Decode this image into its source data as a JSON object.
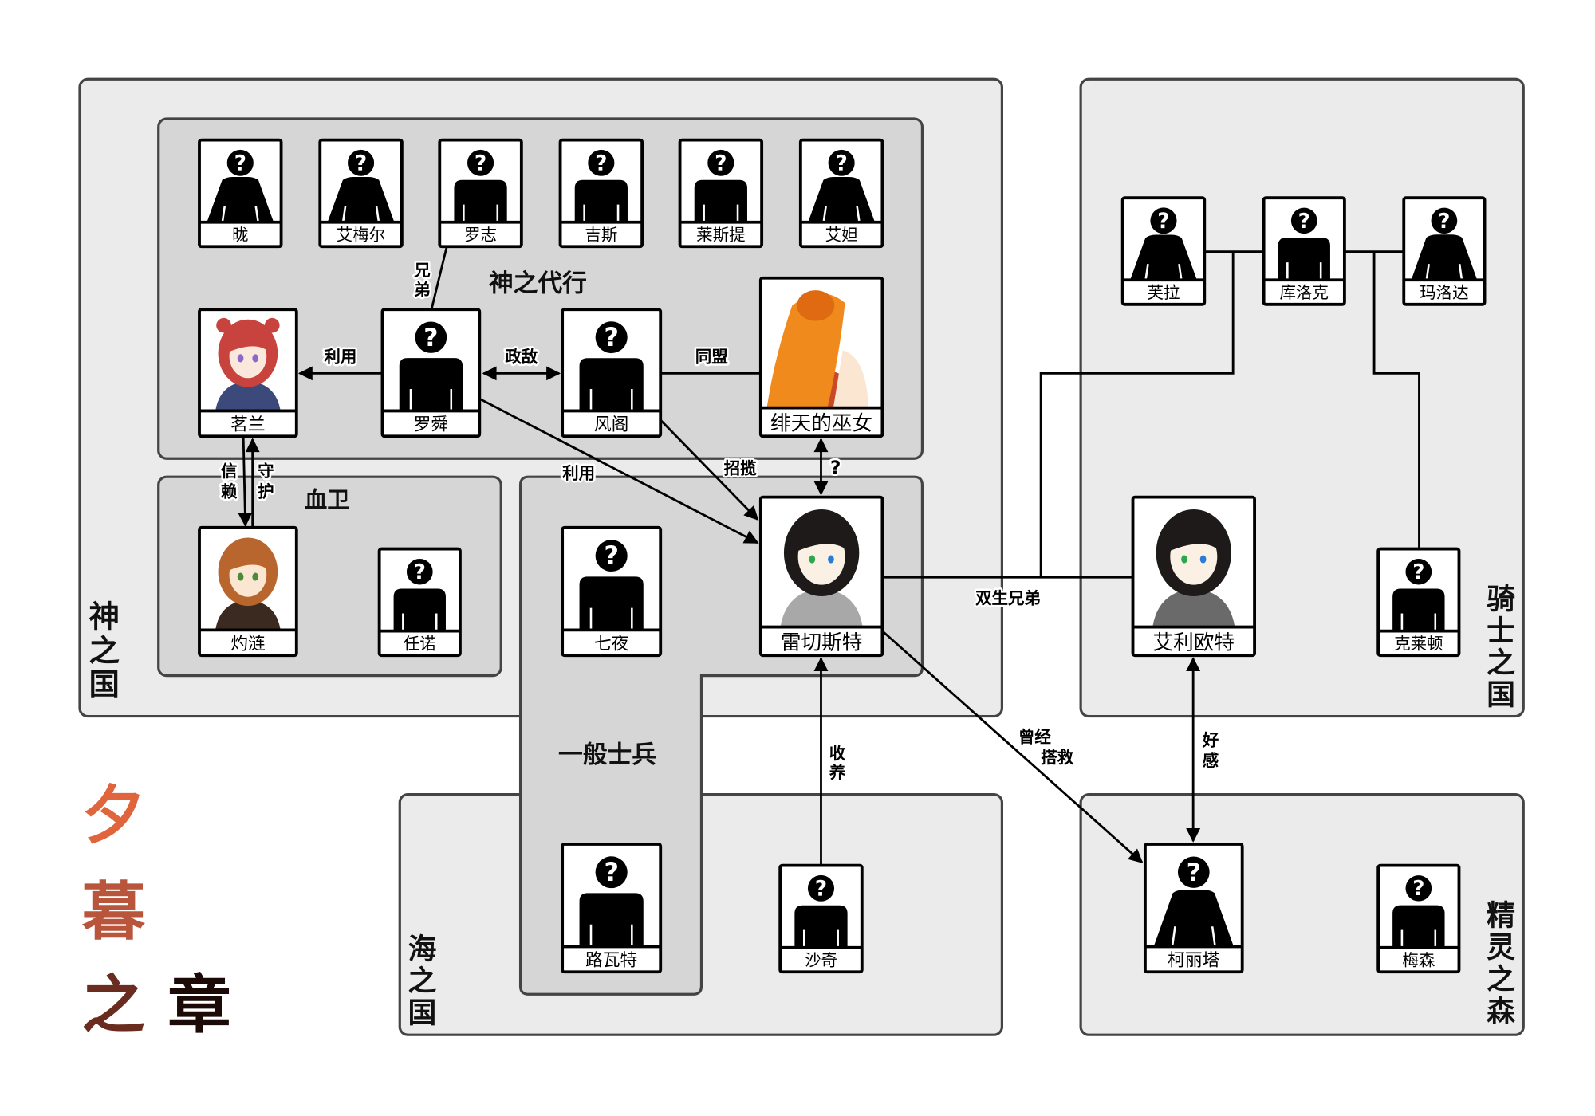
{
  "title": {
    "chars": [
      "夕",
      "暮",
      "之",
      "章"
    ],
    "colors": [
      "#e0643c",
      "#c05a3a",
      "#7a3424",
      "#2a0e08"
    ]
  },
  "colors": {
    "region_fill": "#ebebeb",
    "group_fill": "#d6d6d6",
    "border": "#444444",
    "background": "#ffffff"
  },
  "regions": [
    {
      "id": "god-nation",
      "label": "神之国"
    },
    {
      "id": "knight-nation",
      "label": "骑士之国"
    },
    {
      "id": "sea-nation",
      "label": "海之国"
    },
    {
      "id": "elf-forest",
      "label": "精灵之森"
    }
  ],
  "groups": [
    {
      "id": "god-agents",
      "label": "神之代行"
    },
    {
      "id": "blood-guard",
      "label": "血卫"
    },
    {
      "id": "soldiers",
      "label": "一般士兵"
    }
  ],
  "characters": [
    {
      "id": "long",
      "name": "昽",
      "portrait": "unknown-female"
    },
    {
      "id": "aimeier",
      "name": "艾梅尔",
      "portrait": "unknown-female"
    },
    {
      "id": "luozhi",
      "name": "罗志",
      "portrait": "unknown-male"
    },
    {
      "id": "jisi",
      "name": "吉斯",
      "portrait": "unknown-male"
    },
    {
      "id": "laisiti",
      "name": "莱斯提",
      "portrait": "unknown-male"
    },
    {
      "id": "aida",
      "name": "艾妲",
      "portrait": "unknown-female"
    },
    {
      "id": "minglan",
      "name": "茗兰",
      "portrait": "illustration-red-hair-girl"
    },
    {
      "id": "luoshun",
      "name": "罗舜",
      "portrait": "unknown-male"
    },
    {
      "id": "fengge",
      "name": "风阁",
      "portrait": "unknown-male"
    },
    {
      "id": "feitian",
      "name": "绯天的巫女",
      "portrait": "illustration-orange-hair-back"
    },
    {
      "id": "zhuolian",
      "name": "灼涟",
      "portrait": "illustration-brown-hair-boy"
    },
    {
      "id": "rennuo",
      "name": "任诺",
      "portrait": "unknown-male"
    },
    {
      "id": "qiye",
      "name": "七夜",
      "portrait": "unknown-male"
    },
    {
      "id": "leiqiesite",
      "name": "雷切斯特",
      "portrait": "illustration-black-hair-youth"
    },
    {
      "id": "fula",
      "name": "芙拉",
      "portrait": "unknown-female"
    },
    {
      "id": "kuluoke",
      "name": "库洛克",
      "portrait": "unknown-male"
    },
    {
      "id": "maluoda",
      "name": "玛洛达",
      "portrait": "unknown-female"
    },
    {
      "id": "ailiout",
      "name": "艾利欧特",
      "portrait": "illustration-black-hair-ponytail"
    },
    {
      "id": "kelaidun",
      "name": "克莱顿",
      "portrait": "unknown-male"
    },
    {
      "id": "luwate",
      "name": "路瓦特",
      "portrait": "unknown-male"
    },
    {
      "id": "shaqi",
      "name": "沙奇",
      "portrait": "unknown-male"
    },
    {
      "id": "kelita",
      "name": "柯丽塔",
      "portrait": "unknown-female"
    },
    {
      "id": "meisen",
      "name": "梅森",
      "portrait": "unknown-male"
    }
  ],
  "relations": [
    {
      "from": "luoshun",
      "to": "luozhi",
      "label": "兄弟",
      "type": "line"
    },
    {
      "from": "luoshun",
      "to": "minglan",
      "label": "利用",
      "type": "arrow"
    },
    {
      "from": "luoshun",
      "to": "fengge",
      "label": "政敌",
      "type": "double-arrow"
    },
    {
      "from": "fengge",
      "to": "feitian",
      "label": "同盟",
      "type": "line"
    },
    {
      "from": "luoshun",
      "to": "leiqiesite",
      "label": "利用",
      "type": "arrow"
    },
    {
      "from": "fengge",
      "to": "leiqiesite",
      "label": "招揽",
      "type": "arrow"
    },
    {
      "from": "feitian",
      "to": "leiqiesite",
      "label": "?",
      "type": "double-arrow"
    },
    {
      "from": "minglan",
      "to": "zhuolian",
      "label": "信赖",
      "type": "arrow"
    },
    {
      "from": "zhuolian",
      "to": "minglan",
      "label": "守护",
      "type": "arrow"
    },
    {
      "from": "leiqiesite",
      "to": "ailiout",
      "label": "双生兄弟",
      "type": "line"
    },
    {
      "from": "shaqi",
      "to": "leiqiesite",
      "label": "收养",
      "type": "arrow"
    },
    {
      "from": "leiqiesite",
      "to": "kelita",
      "label": "曾经搭救",
      "type": "arrow"
    },
    {
      "from": "ailiout",
      "to": "kelita",
      "label": "好感",
      "type": "double-arrow"
    },
    {
      "from": "fula",
      "to": "kuluoke",
      "label": "",
      "type": "line"
    },
    {
      "from": "kuluoke",
      "to": "maluoda",
      "label": "",
      "type": "line"
    }
  ],
  "relation_labels": {
    "brothers": [
      "兄",
      "弟"
    ],
    "use_minglan": "利用",
    "rivals": "政敌",
    "alliance": "同盟",
    "use_leiqie": "利用",
    "recruit": "招揽",
    "unknown": "?",
    "trust": [
      "信",
      "赖"
    ],
    "guard": [
      "守",
      "护"
    ],
    "twins": "双生兄弟",
    "adopt": [
      "收",
      "养"
    ],
    "rescued": [
      "曾经",
      "搭救"
    ],
    "affection": [
      "好",
      "感"
    ]
  }
}
